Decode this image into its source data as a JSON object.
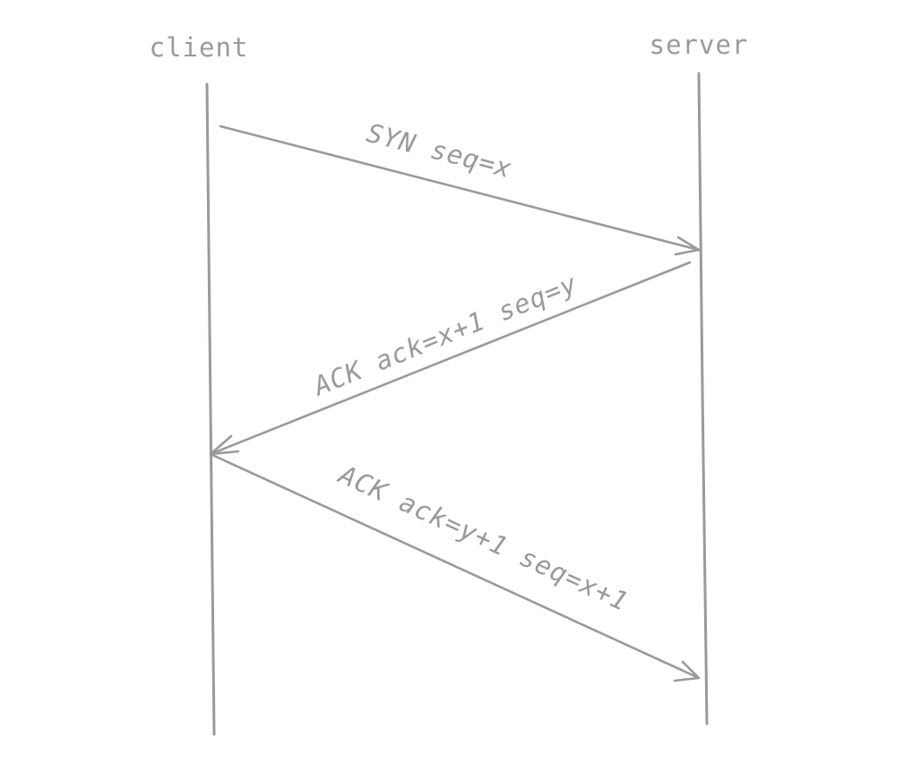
{
  "participants": {
    "client": "client",
    "server": "server"
  },
  "messages": [
    {
      "label": "SYN seq=x",
      "from": "client",
      "to": "server"
    },
    {
      "label": "ACK ack=x+1 seq=y",
      "from": "server",
      "to": "client"
    },
    {
      "label": "ACK ack=y+1 seq=x+1",
      "from": "client",
      "to": "server"
    }
  ],
  "colors": {
    "stroke": "#9a9a9a",
    "background": "#ffffff"
  }
}
